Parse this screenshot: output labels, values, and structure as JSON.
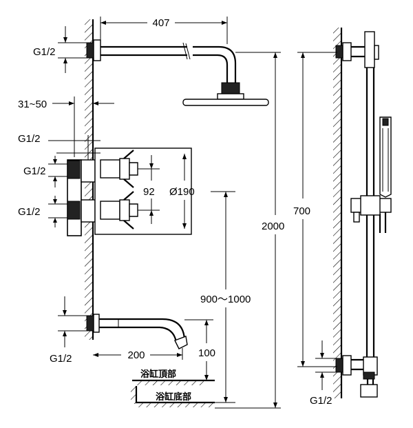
{
  "labels": {
    "arm_length": "407",
    "inlet_top": "G1/2",
    "wall_offset": "31~50",
    "inlet_upper": "G1/2",
    "inlet_mid": "G1/2",
    "inlet_low": "G1/2",
    "valve_spacing": "92",
    "head_diameter": "Ø190",
    "total_height": "2000",
    "rail_height": "700",
    "spout_height": "900～1000",
    "spout_length": "200",
    "spout_clearance": "100",
    "inlet_spout": "G1/2",
    "tub_top": "浴缸頂部",
    "tub_bottom": "浴缸底部",
    "inlet_rail": "G1/2"
  }
}
